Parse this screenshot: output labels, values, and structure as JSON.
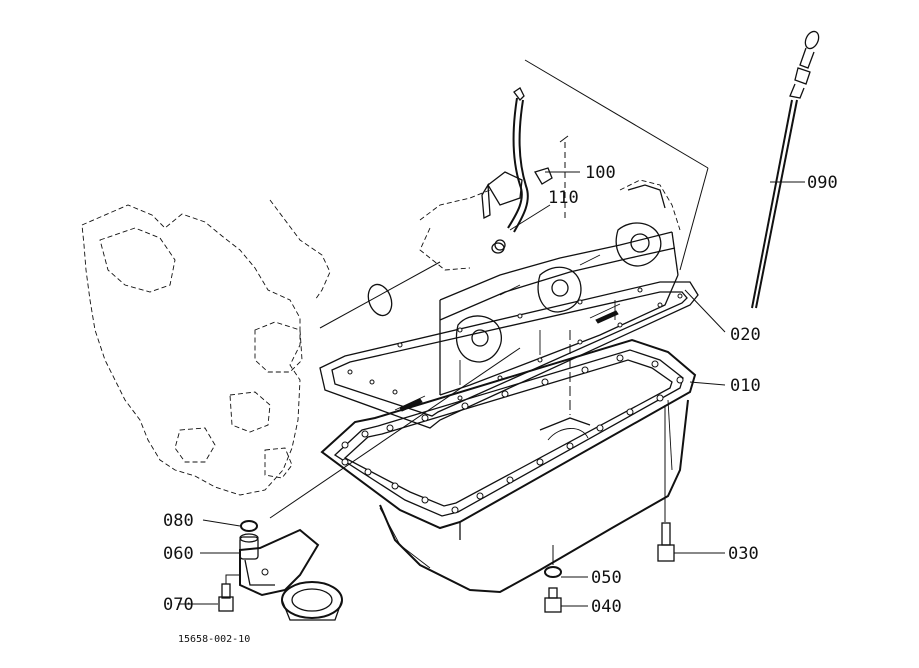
{
  "figure_number": "15658-002-10",
  "parts": [
    {
      "id": "p100",
      "label": "100"
    },
    {
      "id": "p110",
      "label": "110"
    },
    {
      "id": "p090",
      "label": "090"
    },
    {
      "id": "p020",
      "label": "020"
    },
    {
      "id": "p010",
      "label": "010"
    },
    {
      "id": "p080",
      "label": "080"
    },
    {
      "id": "p060",
      "label": "060"
    },
    {
      "id": "p070",
      "label": "070"
    },
    {
      "id": "p050",
      "label": "050"
    },
    {
      "id": "p040",
      "label": "040"
    },
    {
      "id": "p030",
      "label": "030"
    }
  ]
}
